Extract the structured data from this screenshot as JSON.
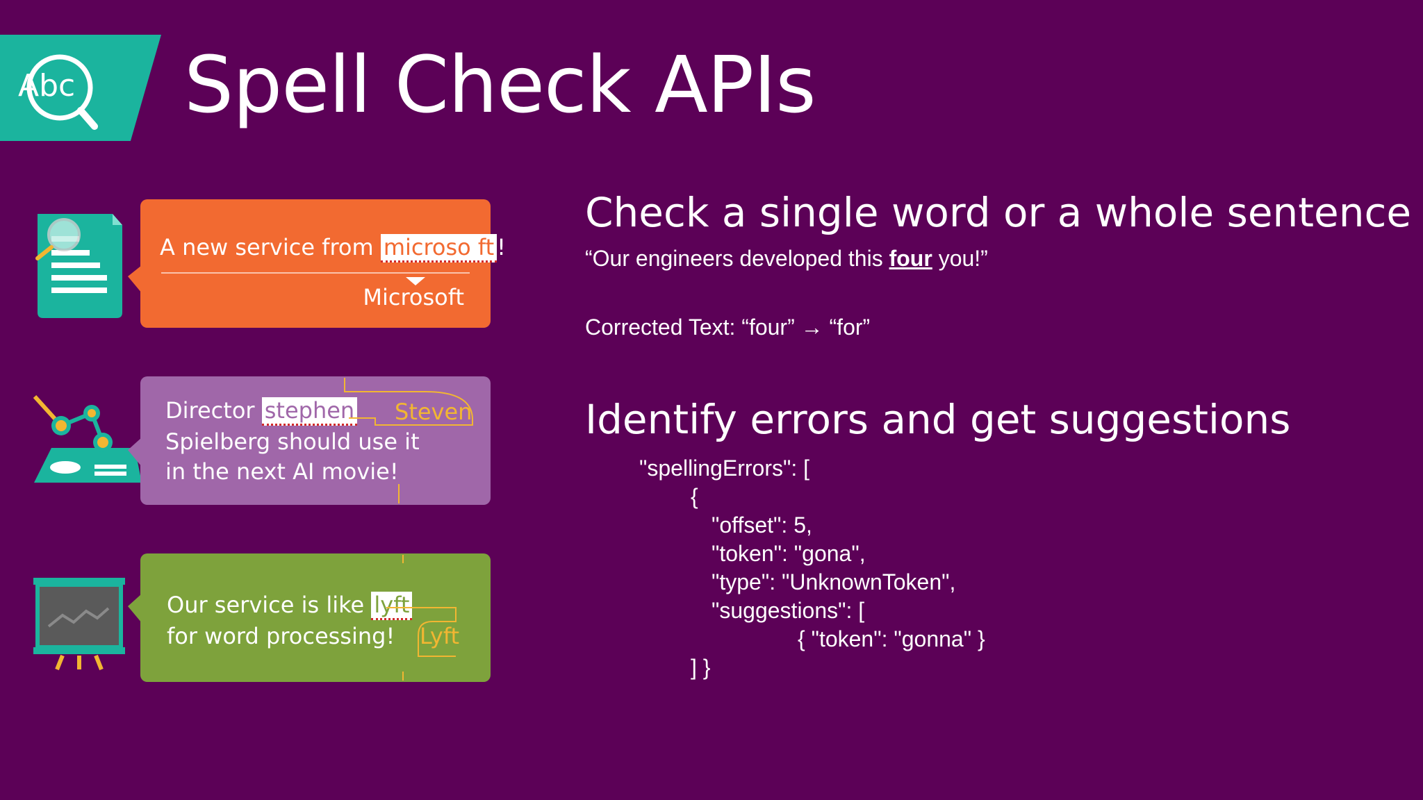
{
  "title": "Spell Check APIs",
  "logo_text": "Abc",
  "cards": {
    "orange": {
      "prefix": "A new service from ",
      "error": "microso ft",
      "suffix": "!",
      "correction": "Microsoft"
    },
    "purple": {
      "prefix": "Director ",
      "error": "stephen",
      "line2": "Spielberg should use it",
      "line3": "in the next AI movie!",
      "correction": "Steven"
    },
    "green": {
      "prefix": "Our service is like ",
      "error": "lyft",
      "line2": "for word processing!",
      "correction": "Lyft"
    }
  },
  "section1": {
    "heading": "Check a single word or a whole sentence",
    "example_before": "“Our engineers developed this ",
    "example_error": "four",
    "example_after": " you!”",
    "corrected_label": "Corrected Text: “four” ",
    "corrected_arrow": "→",
    "corrected_value": " “for”"
  },
  "section2": {
    "heading": "Identify errors and get suggestions",
    "code": [
      "\"spellingErrors\": [",
      "{",
      "\"offset\": 5,",
      "\"token\": \"gona\",",
      "\"type\": \"UnknownToken\",",
      "\"suggestions\": [",
      "{ \"token\": \"gonna\" }",
      "] }"
    ]
  },
  "colors": {
    "background": "#5c0157",
    "teal": "#1bb49e",
    "orange": "#f26a31",
    "purple_card": "#a067a9",
    "green_card": "#7ea23c",
    "gold": "#f2b632"
  }
}
